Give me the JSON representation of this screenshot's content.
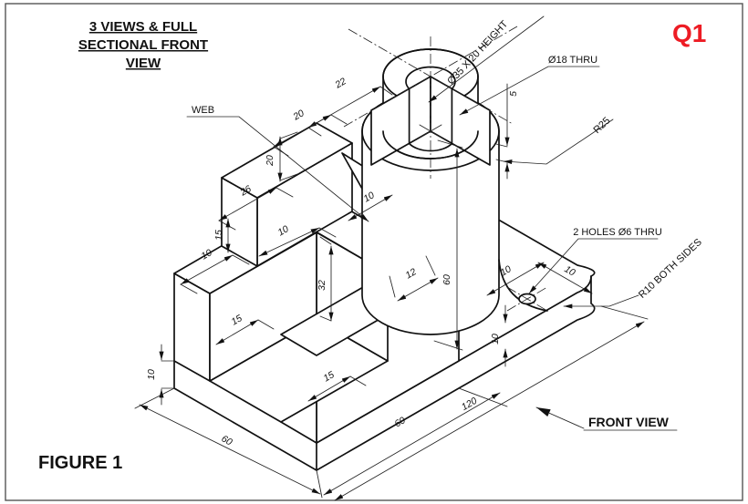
{
  "title": {
    "line1": "3 VIEWS & FULL",
    "line2": "SECTIONAL FRONT",
    "line3": "VIEW"
  },
  "question": {
    "label": "Q1",
    "color": "#ed1c24"
  },
  "figure": {
    "label": "FIGURE 1"
  },
  "view": {
    "label": "FRONT VIEW"
  },
  "callouts": {
    "web": "WEB",
    "boss": "Ø35 X 20 HEIGHT",
    "top_hole": "Ø18 THRU",
    "cylinder_radius": "R25",
    "base_holes": "2 HOLES Ø6 THRU",
    "base_corner_radius": "R10 BOTH SIDES"
  },
  "dims": {
    "d22": "22",
    "d20_top": "20",
    "d20_height": "20",
    "d26": "26",
    "d15_step": "15",
    "d10_step": "10",
    "d10_slot": "10",
    "d10_web": "10",
    "d32": "32",
    "d12": "12",
    "d60_cylinder": "60",
    "d15_left_wall": "15",
    "d15_right_wall": "15",
    "d10_base_left": "10",
    "d60_front_left": "60",
    "d60_front_right": "60",
    "d120": "120",
    "d10_hole_front": "10",
    "d10_hole_side": "10",
    "d10_base_right": "10",
    "d5_top": "5"
  },
  "colors": {
    "line": "#111111",
    "accent_red": "#ed1c24"
  }
}
